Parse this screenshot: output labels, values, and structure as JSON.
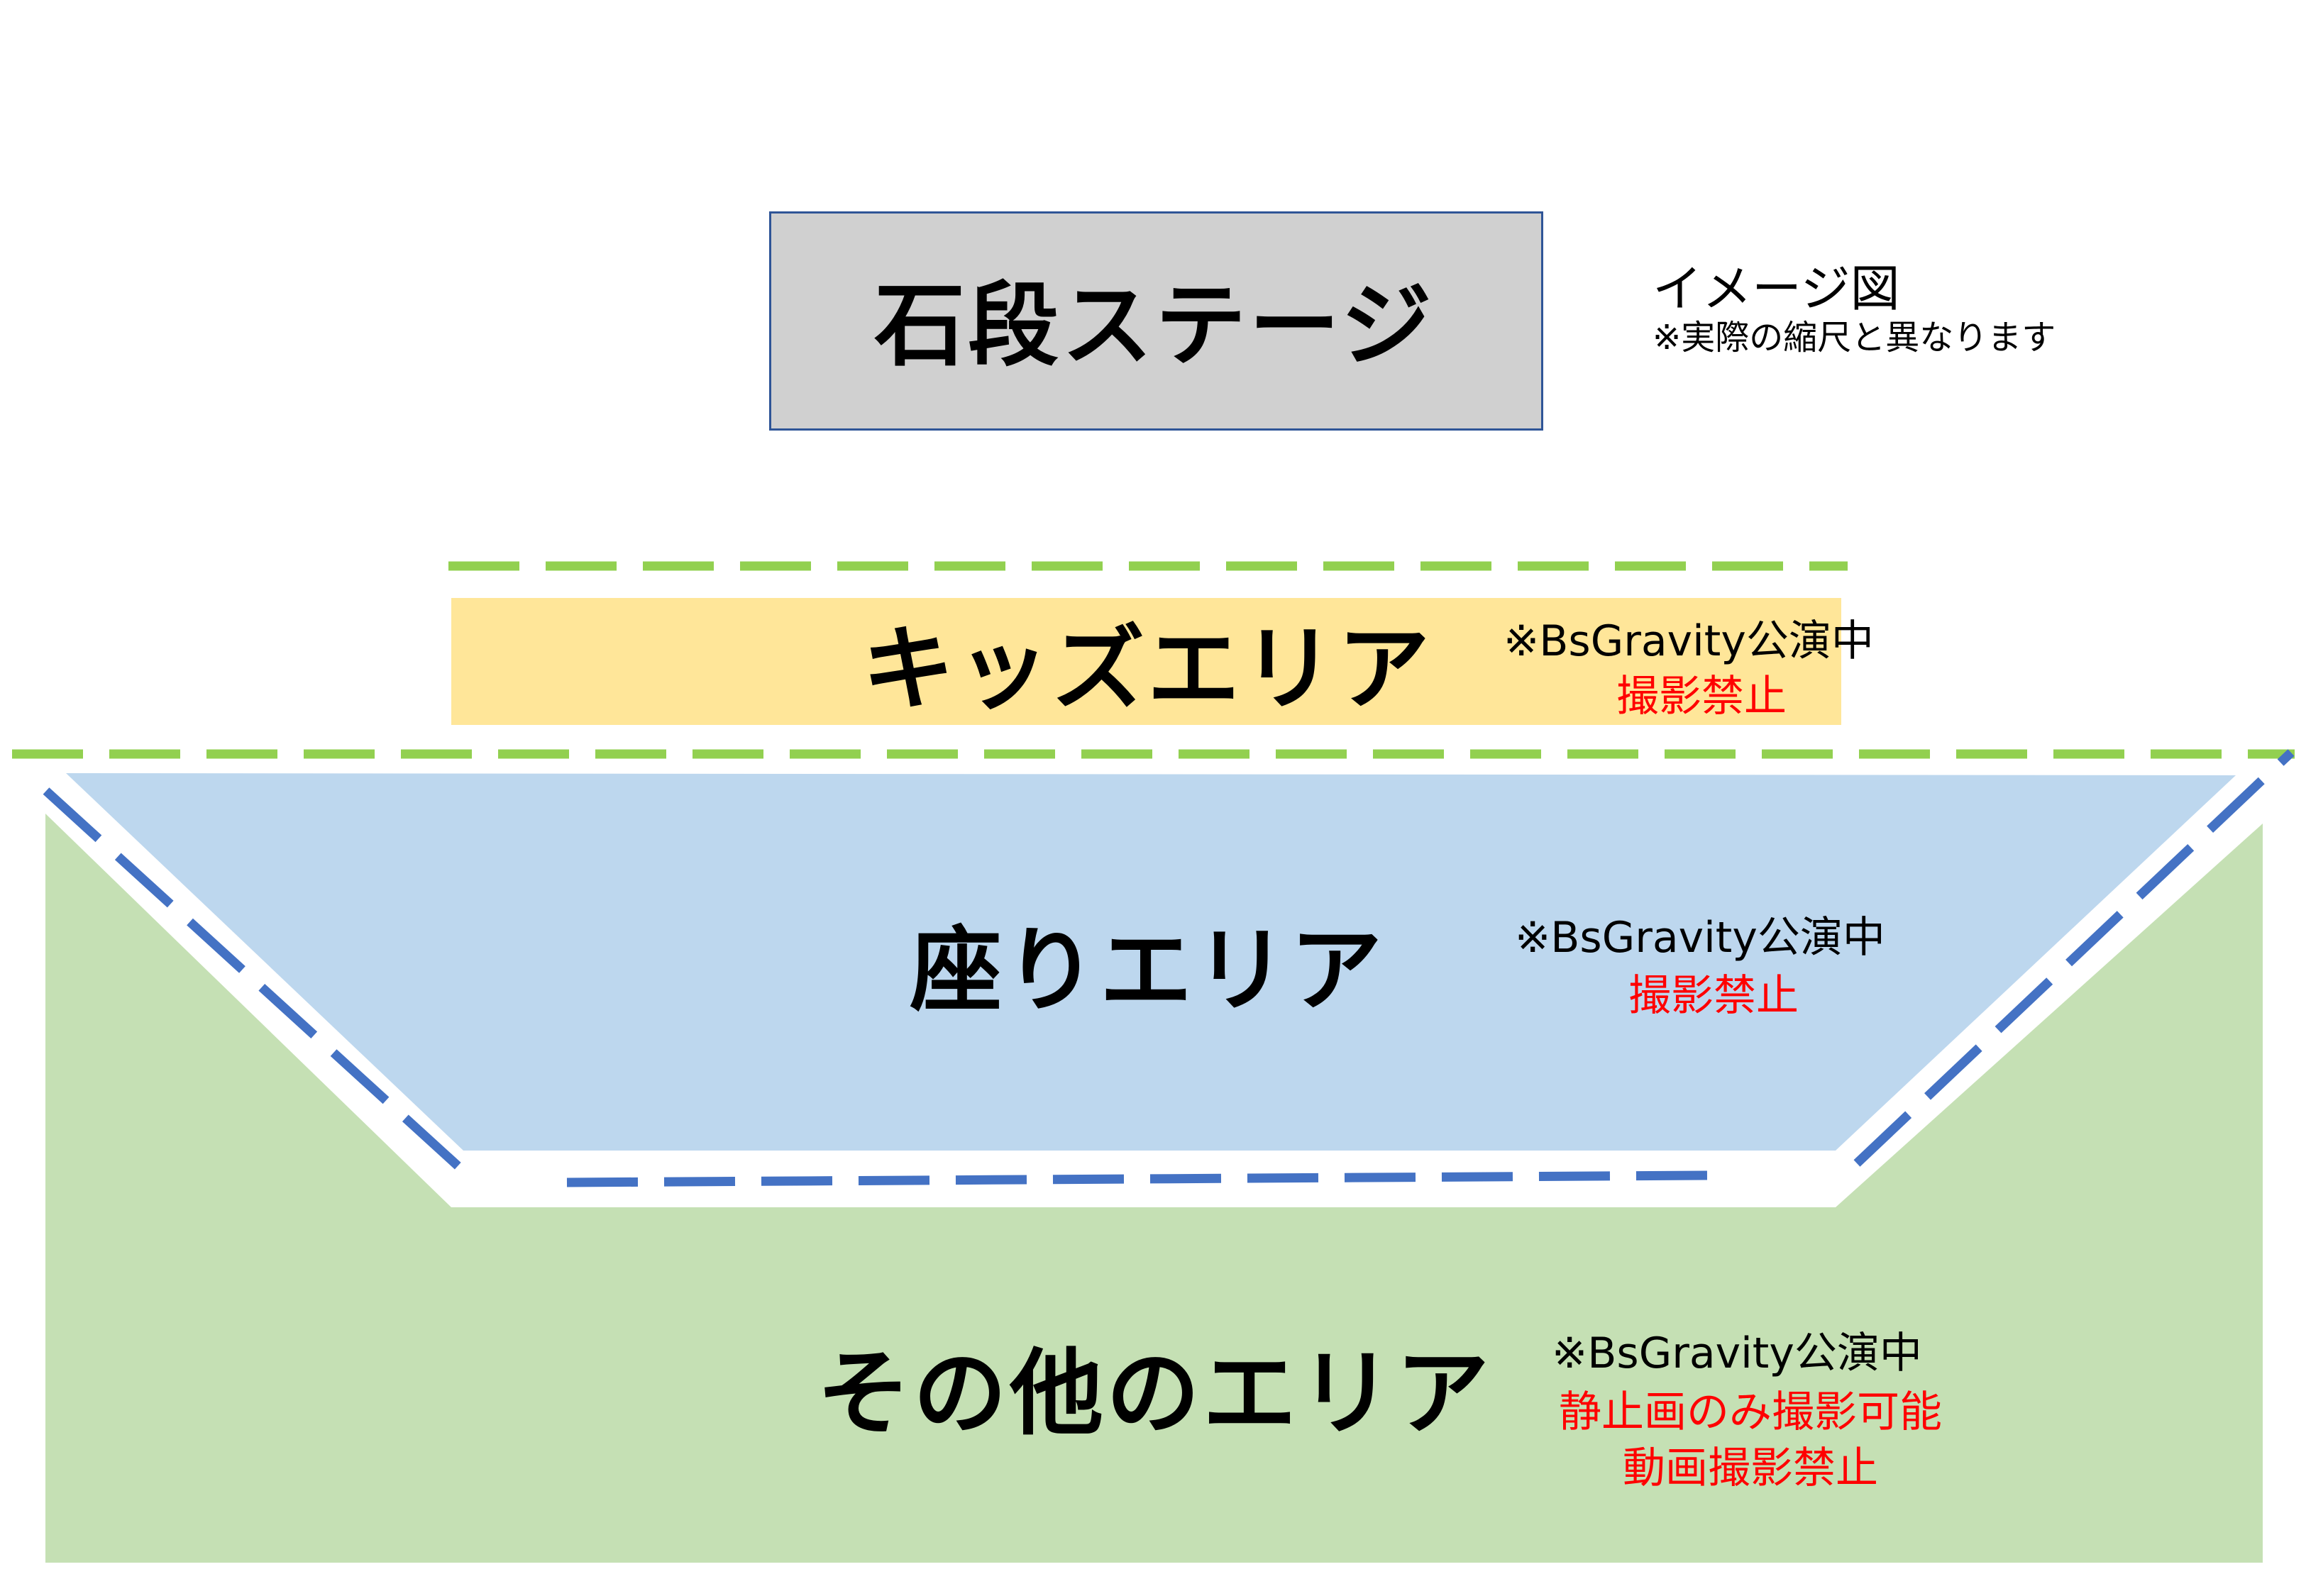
{
  "legend": {
    "title": "イメージ図",
    "note": "※実際の縮尺と異なります"
  },
  "stage": {
    "label": "石段ステージ"
  },
  "kids_area": {
    "label": "キッズエリア",
    "note": "※BsGravity公演中",
    "rule": "撮影禁止"
  },
  "seated_area": {
    "label": "座りエリア",
    "note": "※BsGravity公演中",
    "rule": "撮影禁止"
  },
  "other_area": {
    "label": "その他のエリア",
    "note": "※BsGravity公演中",
    "rules": [
      "静止画のみ撮影可能",
      "動画撮影禁止"
    ]
  },
  "colors": {
    "stage": "#d0d0d0",
    "stage_border": "#2f5597",
    "kids": "#ffe699",
    "seated": "#bdd7ee",
    "other": "#c5e0b4",
    "green_line": "#92d050",
    "blue_line": "#4472c4",
    "warning": "#ff0000"
  }
}
